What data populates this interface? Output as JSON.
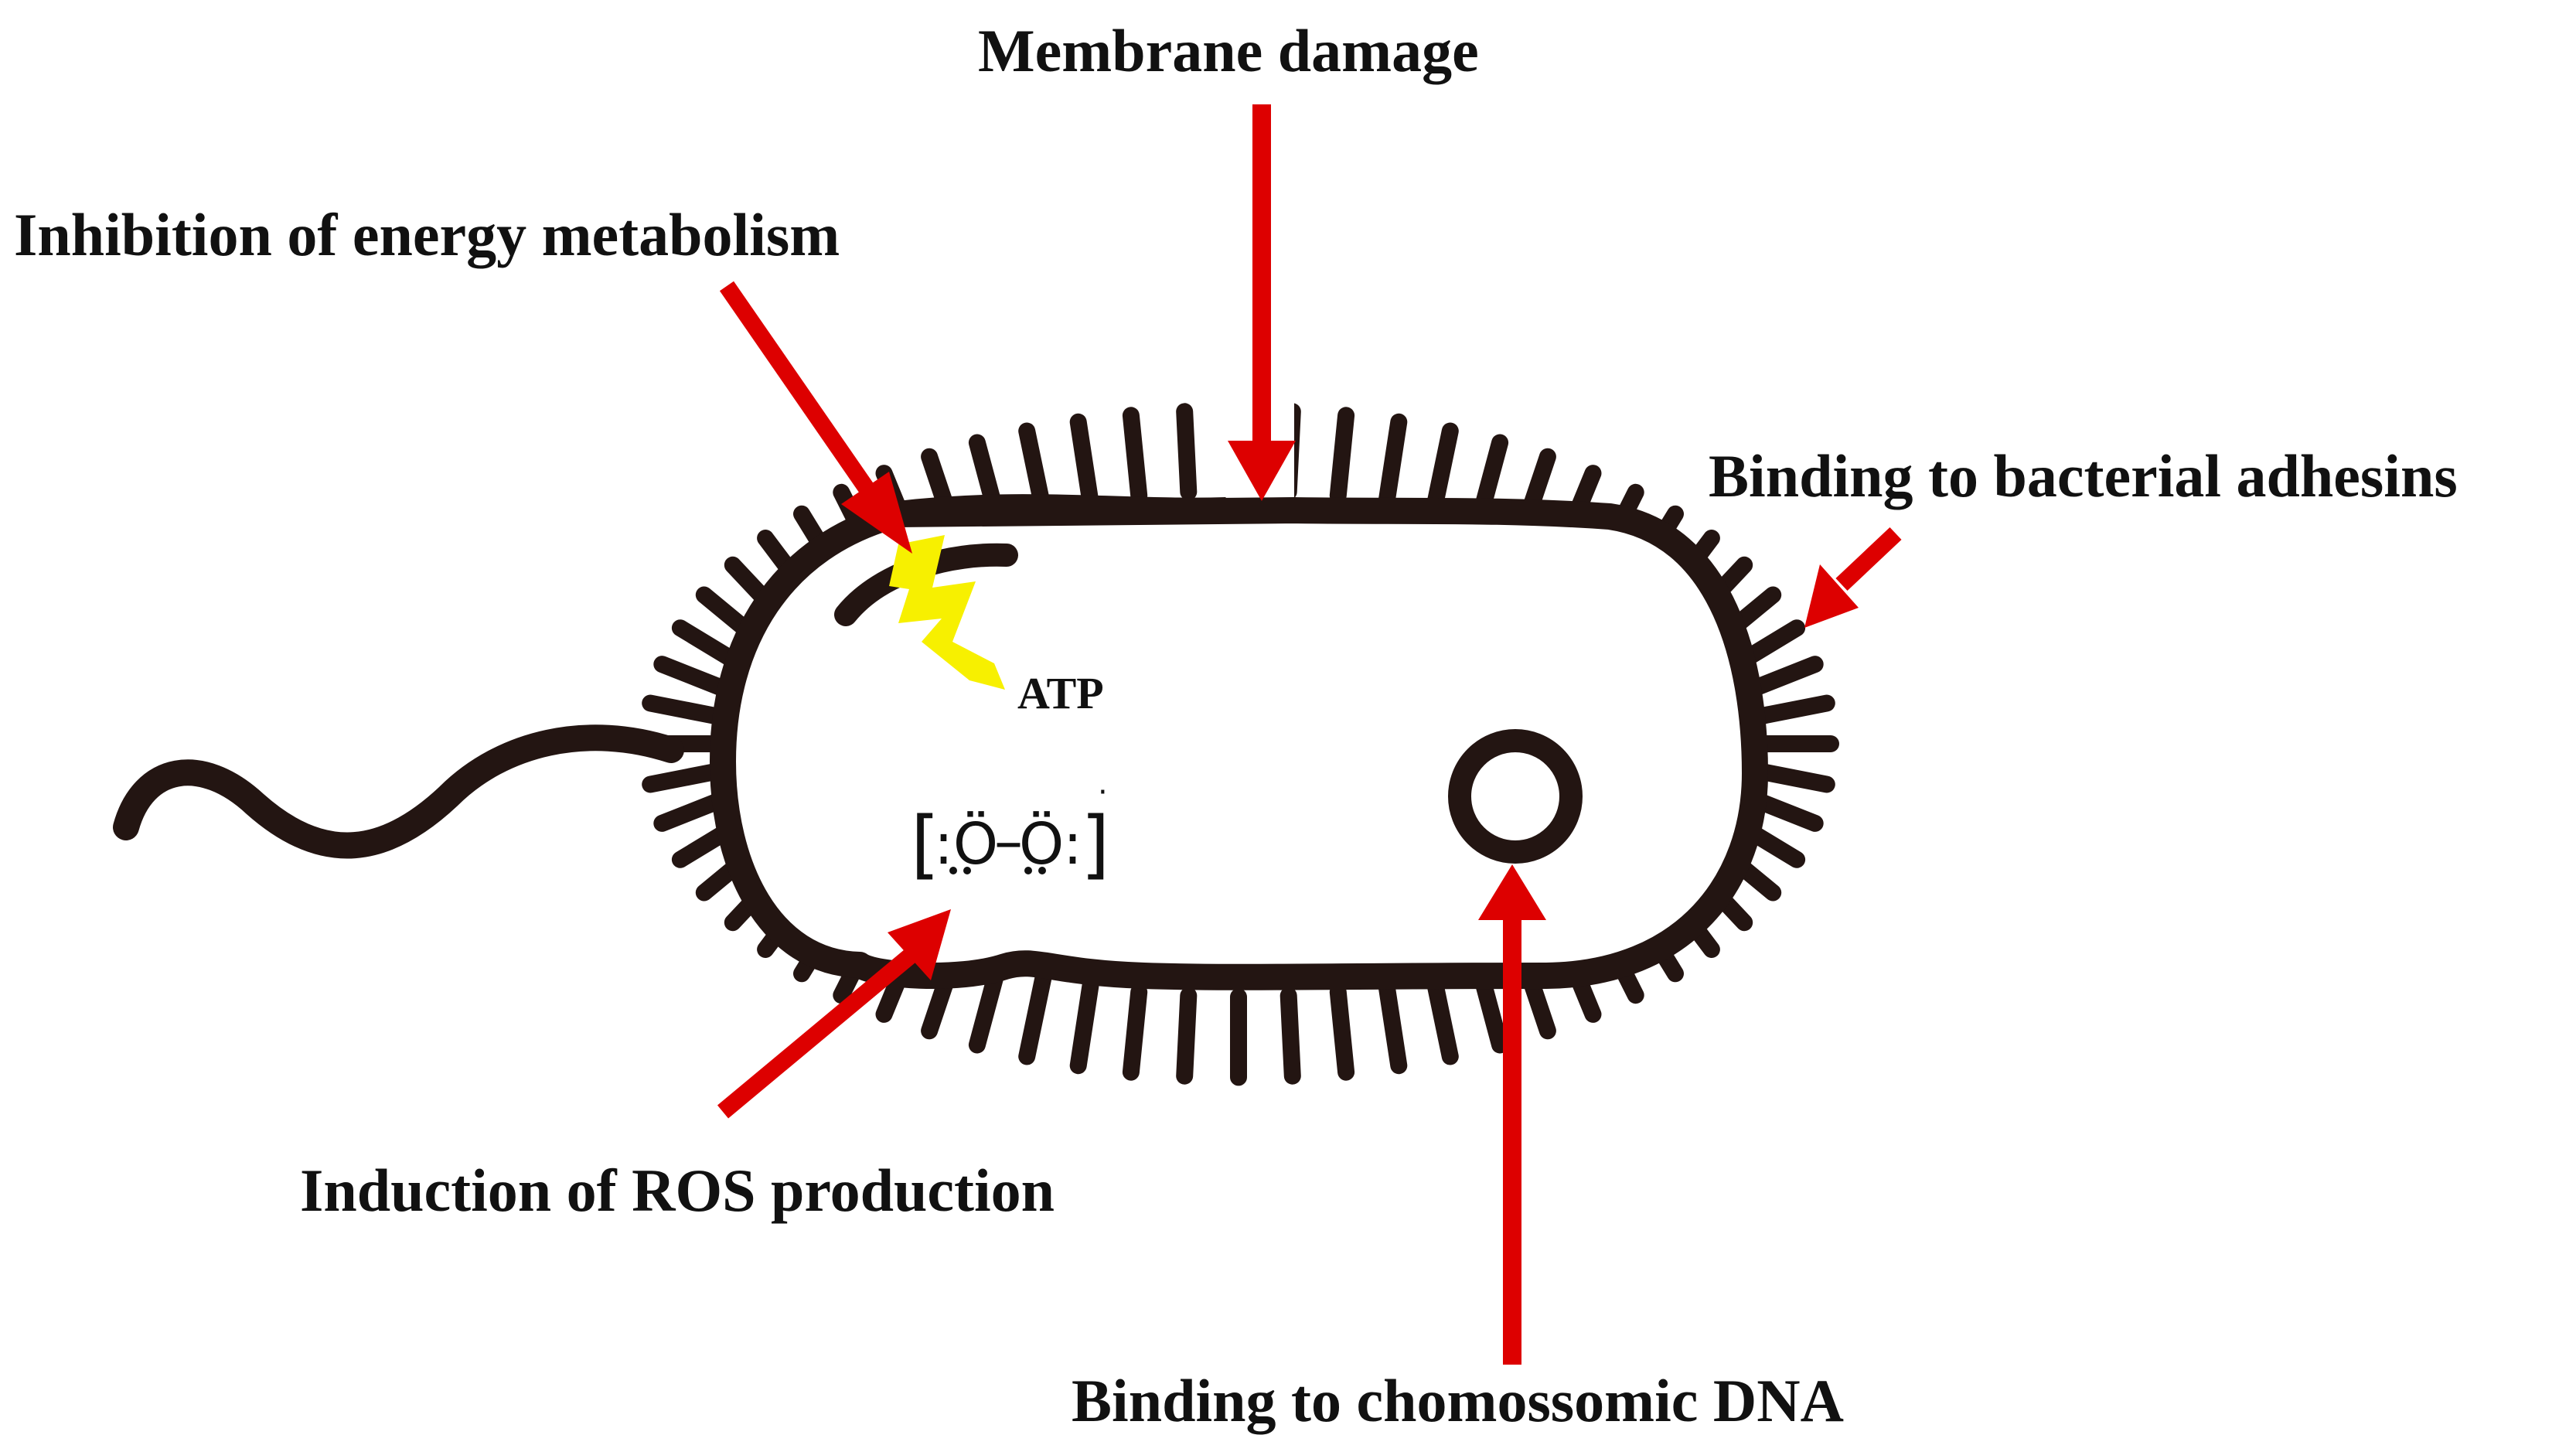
{
  "labels": {
    "membrane_damage": "Membrane damage",
    "energy_metabolism": "Inhibition of energy metabolism",
    "adhesins": "Binding to bacterial adhesins",
    "ros": "Induction of ROS production",
    "dna": "Binding to chomossomic DNA",
    "atp": "ATP"
  },
  "ros_symbol": {
    "bracket_open": "[",
    "left_atom": ":Ö",
    "bond": "–",
    "right_atom": "Ö:",
    "bracket_close": "]",
    "charge": "·"
  },
  "colors": {
    "arrow": "#dd0000",
    "cell": "#231512",
    "lightning": "#f7f000",
    "background": "#ffffff"
  }
}
